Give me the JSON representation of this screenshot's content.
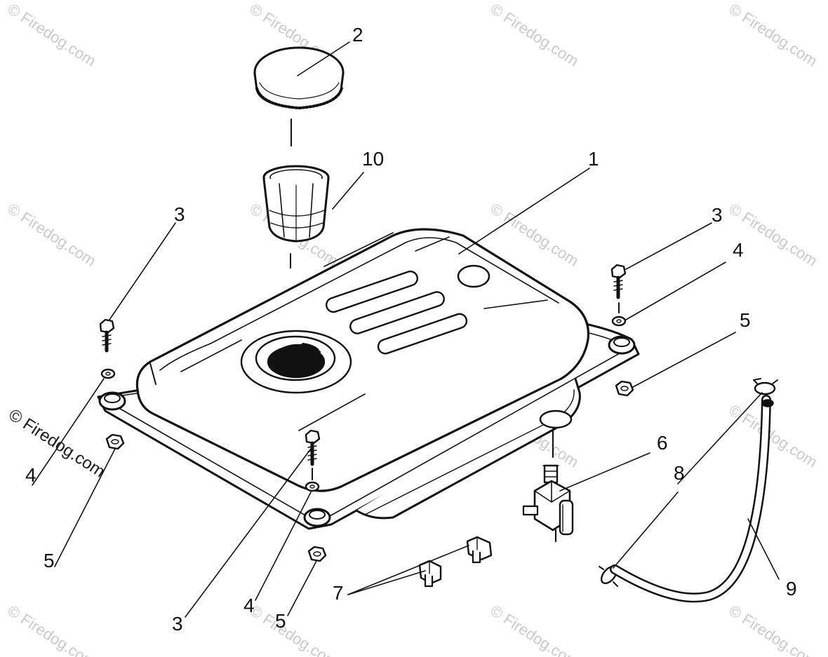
{
  "watermark": {
    "text": "© Firedog.com"
  },
  "callouts": [
    {
      "id": "c2",
      "label": "2"
    },
    {
      "id": "c10",
      "label": "10"
    },
    {
      "id": "c1",
      "label": "1"
    },
    {
      "id": "c3a",
      "label": "3"
    },
    {
      "id": "c3b",
      "label": "3"
    },
    {
      "id": "c4a",
      "label": "4"
    },
    {
      "id": "c5a",
      "label": "5"
    },
    {
      "id": "c4b",
      "label": "4"
    },
    {
      "id": "c5b",
      "label": "5"
    },
    {
      "id": "c6",
      "label": "6"
    },
    {
      "id": "c8a",
      "label": "8"
    },
    {
      "id": "c9",
      "label": "9"
    },
    {
      "id": "c7",
      "label": "7"
    },
    {
      "id": "c3c",
      "label": "3"
    },
    {
      "id": "c4c",
      "label": "4"
    },
    {
      "id": "c5c",
      "label": "5"
    }
  ]
}
